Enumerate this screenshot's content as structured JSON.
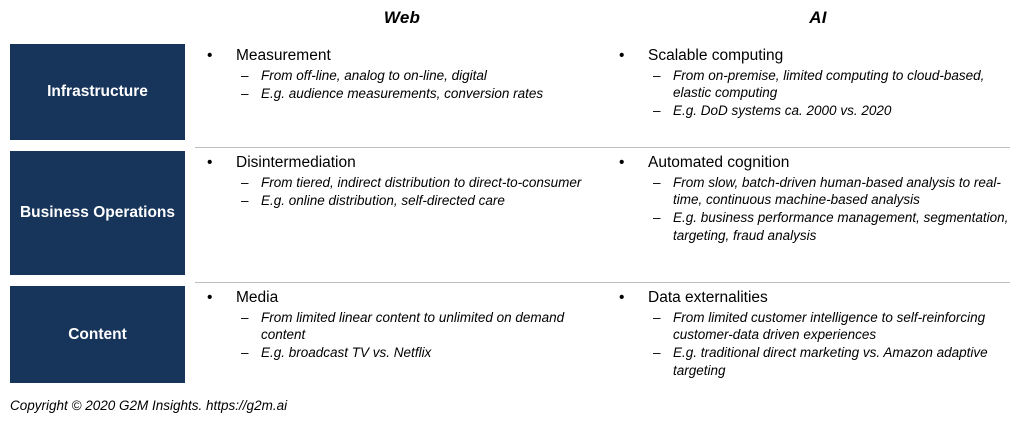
{
  "headers": {
    "row_label_column": "",
    "web": "Web",
    "ai": "AI"
  },
  "glyphs": {
    "bullet": "•",
    "dash": "–"
  },
  "colors": {
    "label_box_navy": "#17345B",
    "label_text": "#FFFFFF",
    "rule": "#BFBFBF",
    "body_text": "#000000",
    "background": "#FFFFFF"
  },
  "rows": [
    {
      "label": "Infrastructure",
      "web": {
        "heading": "Measurement",
        "subs": [
          "From off-line, analog to on-line, digital",
          "E.g. audience measurements, conversion rates"
        ]
      },
      "ai": {
        "heading": "Scalable computing",
        "subs": [
          "From on-premise, limited computing to cloud-based, elastic computing",
          "E.g. DoD systems ca. 2000 vs. 2020"
        ]
      }
    },
    {
      "label": "Business Operations",
      "web": {
        "heading": "Disintermediation",
        "subs": [
          "From tiered, indirect distribution to direct-to-consumer",
          "E.g. online distribution, self-directed care"
        ]
      },
      "ai": {
        "heading": "Automated cognition",
        "subs": [
          "From slow, batch-driven human-based analysis to real-time, continuous machine-based analysis",
          "E.g. business performance management, segmentation, targeting, fraud analysis"
        ]
      }
    },
    {
      "label": "Content",
      "web": {
        "heading": "Media",
        "subs": [
          "From limited linear content to unlimited on demand content",
          "E.g. broadcast TV vs. Netflix"
        ]
      },
      "ai": {
        "heading": "Data externalities",
        "subs": [
          "From limited customer intelligence to self-reinforcing customer-data driven experiences",
          "E.g. traditional direct marketing vs. Amazon adaptive targeting"
        ]
      }
    }
  ],
  "footer": {
    "copyright": "Copyright © 2020 G2M Insights. https://g2m.ai"
  }
}
